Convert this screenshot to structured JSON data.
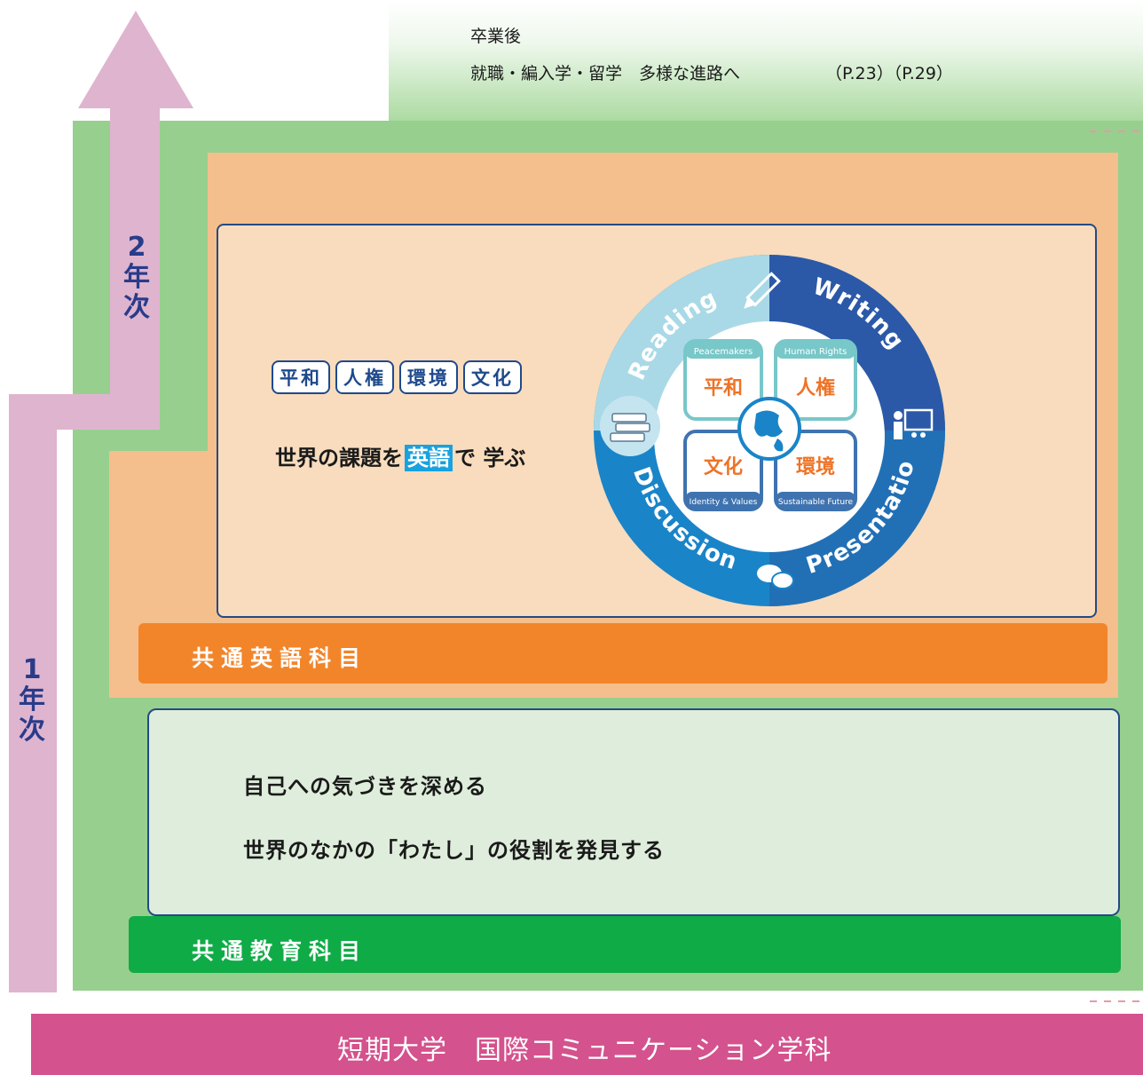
{
  "after_grad": {
    "title": "卒業後",
    "paths": "就職・編入学・留学　多様な進路へ",
    "refs": "（P.23）（P.29）"
  },
  "years": {
    "year2": [
      "2",
      "年",
      "次"
    ],
    "year1": [
      "1",
      "年",
      "次"
    ]
  },
  "english_section": {
    "tags": [
      "平和",
      "人権",
      "環境",
      "文化"
    ],
    "slogan_before": "世界の課題を",
    "slogan_highlight": "英語",
    "slogan_after": "で 学ぶ",
    "bar_label": "共通英語科目"
  },
  "skills_wheel": {
    "skills": [
      "Reading",
      "Writing",
      "Presentation",
      "Discussion"
    ],
    "themes": [
      {
        "jp": "平和",
        "en": "Peacemakers"
      },
      {
        "jp": "人権",
        "en": "Human Rights"
      },
      {
        "jp": "文化",
        "en": "Identity & Values"
      },
      {
        "jp": "環境",
        "en": "Sustainable Future"
      }
    ],
    "icons": [
      "pencil-icon",
      "books-icon",
      "presenter-icon",
      "speech-bubbles-icon",
      "globe-icon"
    ]
  },
  "general_section": {
    "line1": "自己への気づきを深める",
    "line2": "世界のなかの「わたし」の役割を発見する",
    "bar_label": "共通教育科目"
  },
  "footer": {
    "title": "短期大学　国際コミュニケーション学科"
  },
  "colors": {
    "arrow": "#dfb4cf",
    "green": "#97cf8f",
    "orange_zone": "#f4bf8c",
    "orange_bar": "#f2852a",
    "green_bar": "#0fab47",
    "banner": "#d4528d",
    "wheel_light": "#a9d9e6",
    "wheel_mid": "#1a84c8",
    "wheel_dark": "#2b59a8"
  }
}
